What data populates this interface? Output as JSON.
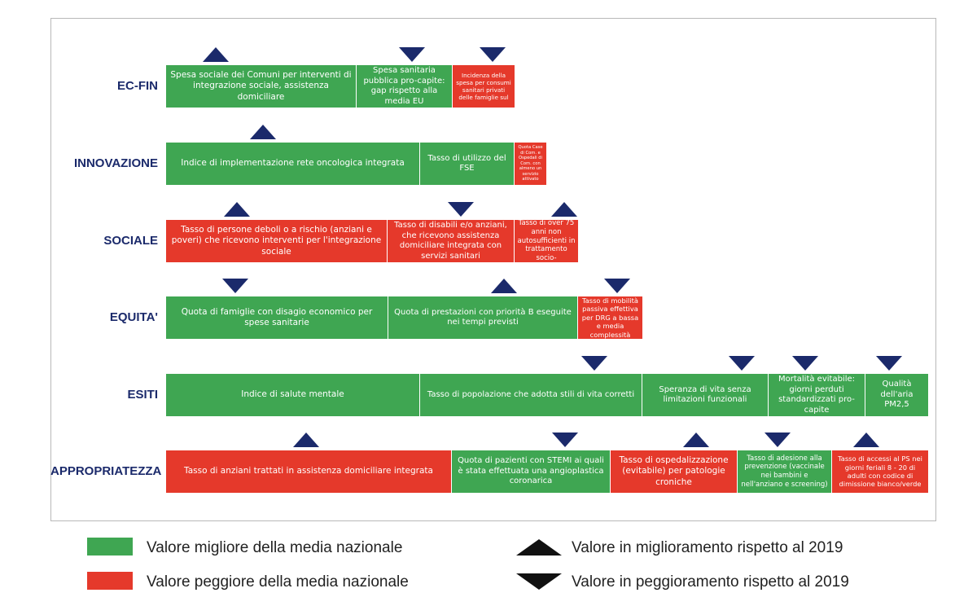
{
  "colors": {
    "better": "#3fa652",
    "worse": "#e5392b",
    "arrow": "#1b2a6b"
  },
  "rows": [
    {
      "label": "EC-FIN",
      "bars": [
        {
          "text": "Spesa sociale dei Comuni per interventi di integrazione sociale, assistenza domiciliare",
          "status": "better",
          "trend": "up"
        },
        {
          "text": "Spesa sanitaria pubblica pro-capite: gap rispetto alla media EU",
          "status": "better",
          "trend": "down"
        },
        {
          "text": "Incidenza della spesa per consumi sanitari privati delle famiglie sul",
          "status": "worse",
          "trend": "down"
        }
      ]
    },
    {
      "label": "INNOVAZIONE",
      "bars": [
        {
          "text": "Indice di implementazione rete oncologica integrata",
          "status": "better",
          "trend": "up"
        },
        {
          "text": "Tasso di utilizzo del FSE",
          "status": "better",
          "trend": ""
        },
        {
          "text": "Quota Case di Com. e Ospedali di Com. con almeno un servizio attivato",
          "status": "worse",
          "trend": ""
        }
      ]
    },
    {
      "label": "SOCIALE",
      "bars": [
        {
          "text": "Tasso di persone deboli o a rischio (anziani e poveri) che ricevono interventi per l'integrazione sociale",
          "status": "worse",
          "trend": "up"
        },
        {
          "text": "Tasso di disabili e/o anziani, che ricevono assistenza domiciliare integrata con servizi sanitari",
          "status": "worse",
          "trend": "down"
        },
        {
          "text": "Tasso di over 75 anni non autosufficienti in trattamento socio-",
          "status": "worse",
          "trend": "up"
        }
      ]
    },
    {
      "label": "EQUITA'",
      "bars": [
        {
          "text": "Quota di famiglie con disagio economico per spese sanitarie",
          "status": "better",
          "trend": "down"
        },
        {
          "text": "Quota di prestazioni con priorità B eseguite nei tempi previsti",
          "status": "better",
          "trend": "up"
        },
        {
          "text": "Tasso di mobilità passiva effettiva per DRG a bassa e media complessità",
          "status": "worse",
          "trend": "down"
        }
      ]
    },
    {
      "label": "ESITI",
      "bars": [
        {
          "text": "Indice di salute mentale",
          "status": "better",
          "trend": ""
        },
        {
          "text": "Tasso di popolazione che adotta stili di vita corretti",
          "status": "better",
          "trend": "down"
        },
        {
          "text": "Speranza di vita senza limitazioni funzionali",
          "status": "better",
          "trend": "down"
        },
        {
          "text": "Mortalità evitabile: giorni perduti standardizzati pro-capite",
          "status": "better",
          "trend": "down"
        },
        {
          "text": "Qualità dell'aria PM2,5",
          "status": "better",
          "trend": "down"
        }
      ]
    },
    {
      "label": "APPROPRIATEZZA",
      "bars": [
        {
          "text": "Tasso di anziani trattati in assistenza domiciliare integrata",
          "status": "worse",
          "trend": "up"
        },
        {
          "text": "Quota di pazienti con STEMI ai quali è stata effettuata una angioplastica coronarica",
          "status": "better",
          "trend": "down"
        },
        {
          "text": "Tasso di ospedalizzazione (evitabile) per patologie croniche",
          "status": "worse",
          "trend": "up"
        },
        {
          "text": "Tasso di adesione alla prevenzione (vaccinale nei bambini e nell'anziano e screening)",
          "status": "better",
          "trend": "down"
        },
        {
          "text": "Tasso di accessi al PS nei giorni feriali 8 - 20 di adulti con codice di dimissione bianco/verde",
          "status": "worse",
          "trend": "up"
        }
      ]
    }
  ],
  "legend": {
    "better": "Valore migliore della media nazionale",
    "worse": "Valore peggiore della media nazionale",
    "up": "Valore in miglioramento rispetto al 2019",
    "down": "Valore in peggioramento rispetto al 2019"
  }
}
